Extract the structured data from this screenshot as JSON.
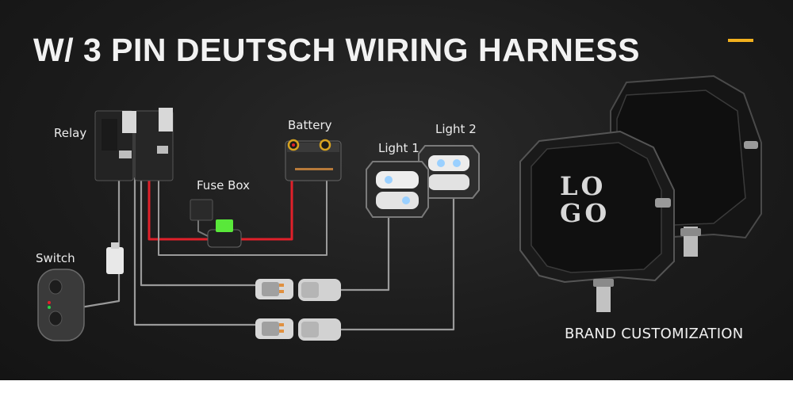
{
  "title": "W/ 3 PIN DEUTSCH WIRING HARNESS",
  "labels": {
    "relay": "Relay",
    "battery": "Battery",
    "fuse_box": "Fuse Box",
    "light1": "Light 1",
    "light2": "Light 2",
    "switch": "Switch"
  },
  "brand_caption": "BRAND CUSTOMIZATION",
  "logo_text_top": "LO",
  "logo_text_bottom": "GO",
  "colors": {
    "background": "#1b1b1b",
    "accent": "#f2b01e",
    "positive_wire": "#e0202a",
    "fuse": "#59e83a"
  }
}
